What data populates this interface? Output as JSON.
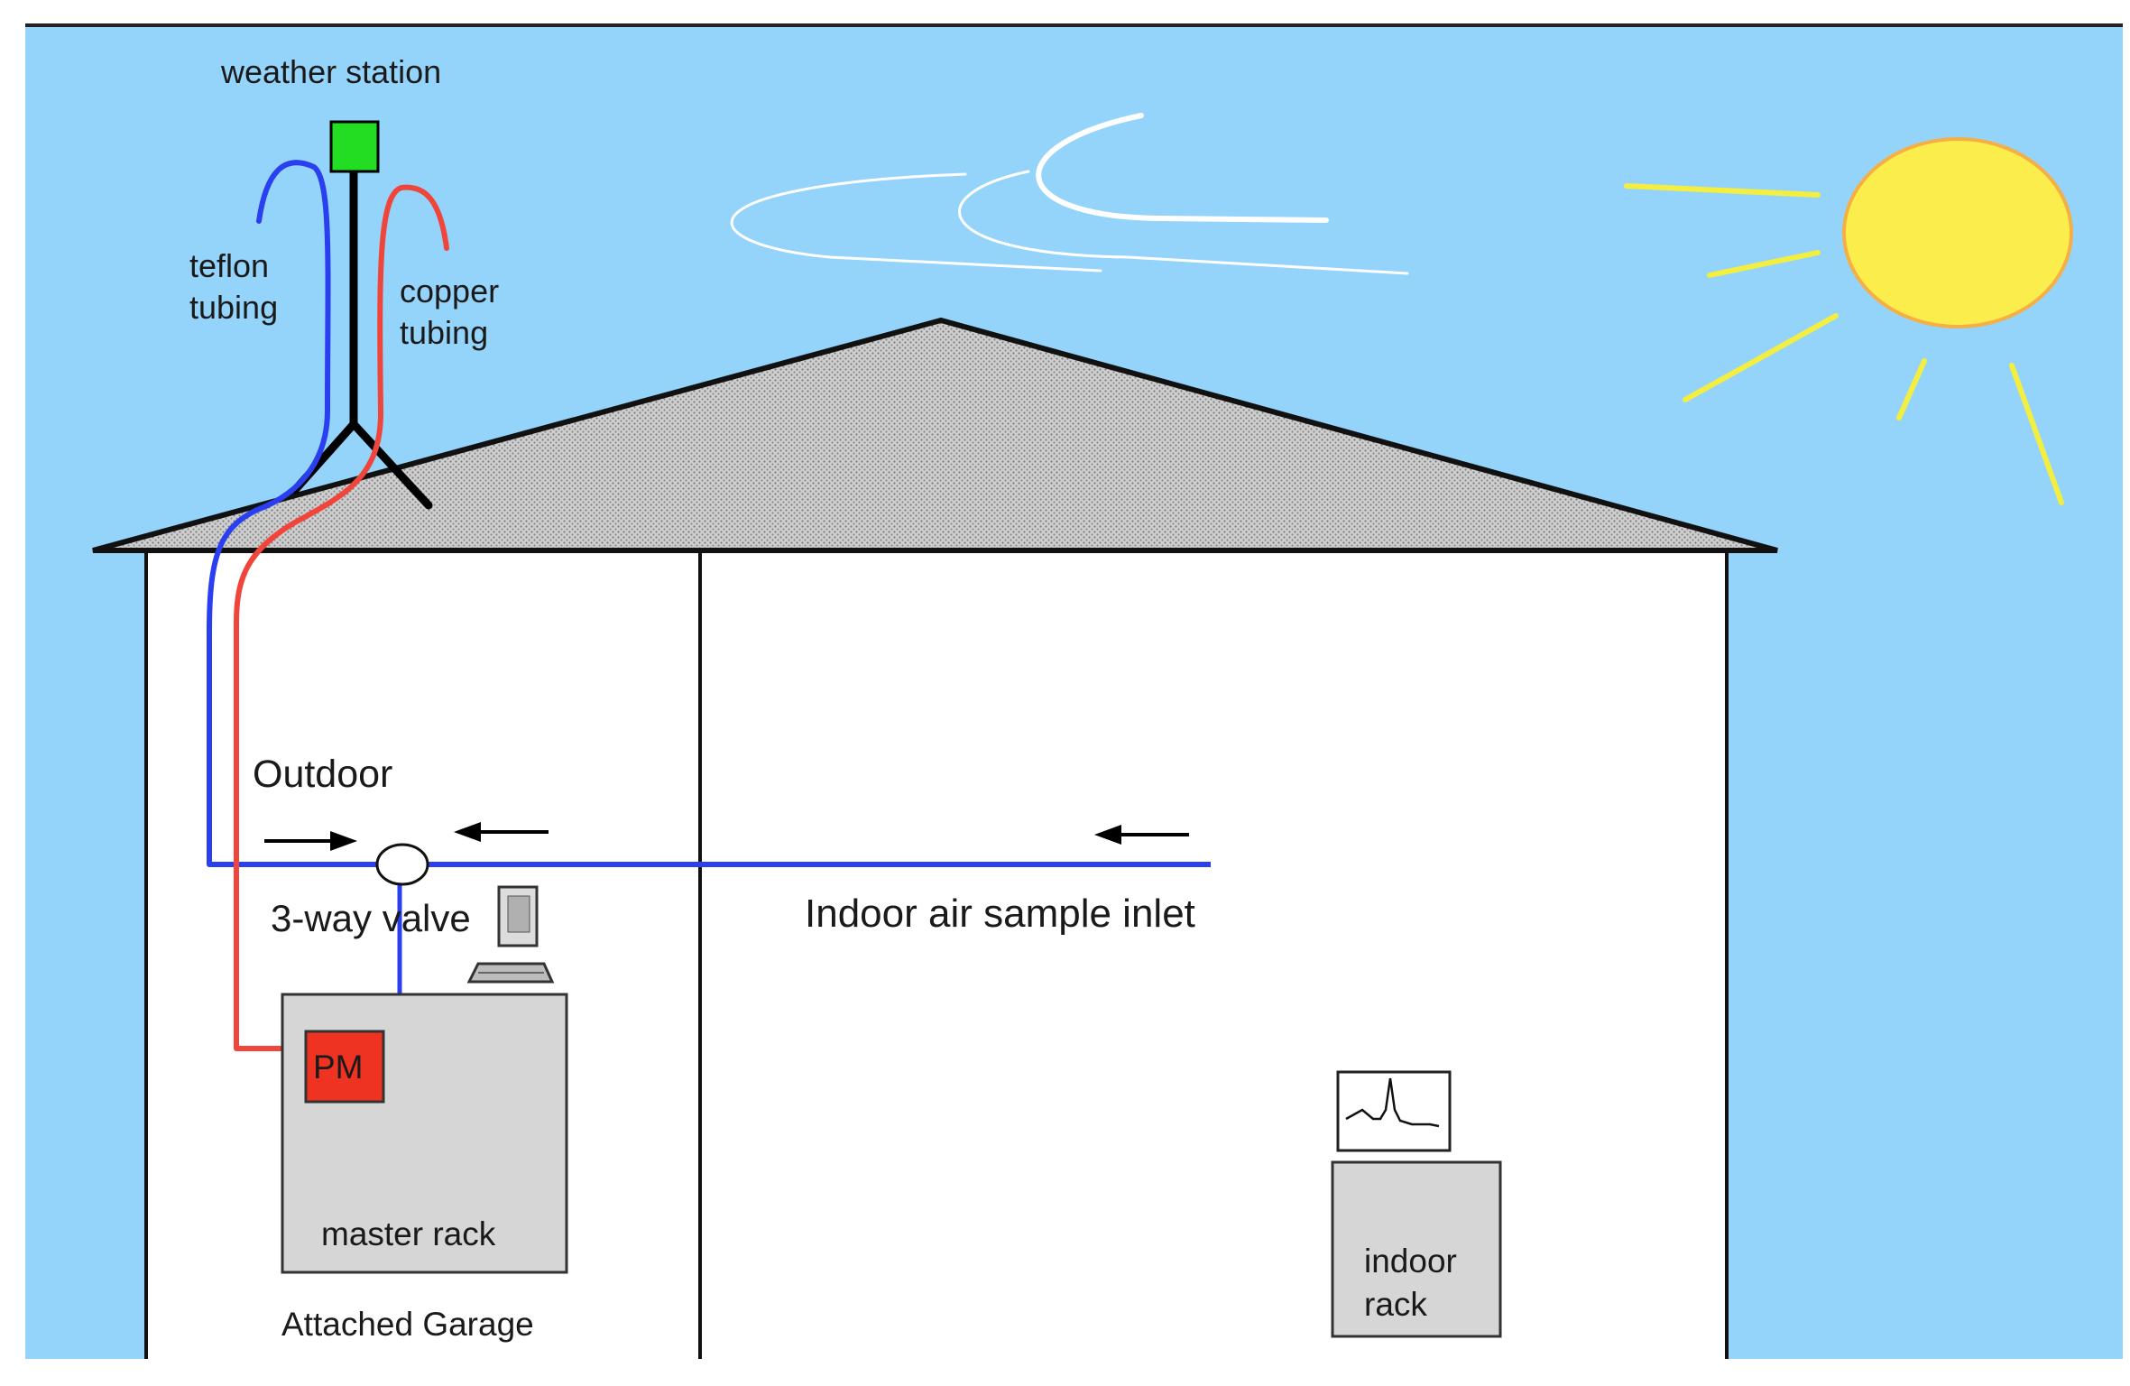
{
  "labels": {
    "weather_station": "weather station",
    "teflon_line1": "teflon",
    "teflon_line2": "tubing",
    "copper_line1": "copper",
    "copper_line2": "tubing",
    "outdoor": "Outdoor",
    "three_way_valve": "3-way valve",
    "indoor_inlet": "Indoor air sample inlet",
    "pm": "PM",
    "master_rack": "master rack",
    "attached_garage": "Attached Garage",
    "indoor_rack_line1": "indoor",
    "indoor_rack_line2": "rack"
  },
  "colors": {
    "sky": "#94d4fb",
    "roof": "#c8c8c8",
    "teflon_tubing": "#2a3ff0",
    "copper_tubing": "#f0453a",
    "weather_station": "#22dd22",
    "pm_box": "#ee3322",
    "rack": "#d6d6d6",
    "sun": "#fbee4c",
    "sun_outline": "#f5b045",
    "sun_rays": "#f3ee40",
    "wind": "#ffffff"
  },
  "icons": [
    "sun-icon",
    "wind-icon",
    "computer-icon",
    "chromatogram-icon",
    "arrow-left-icon",
    "arrow-right-icon"
  ]
}
